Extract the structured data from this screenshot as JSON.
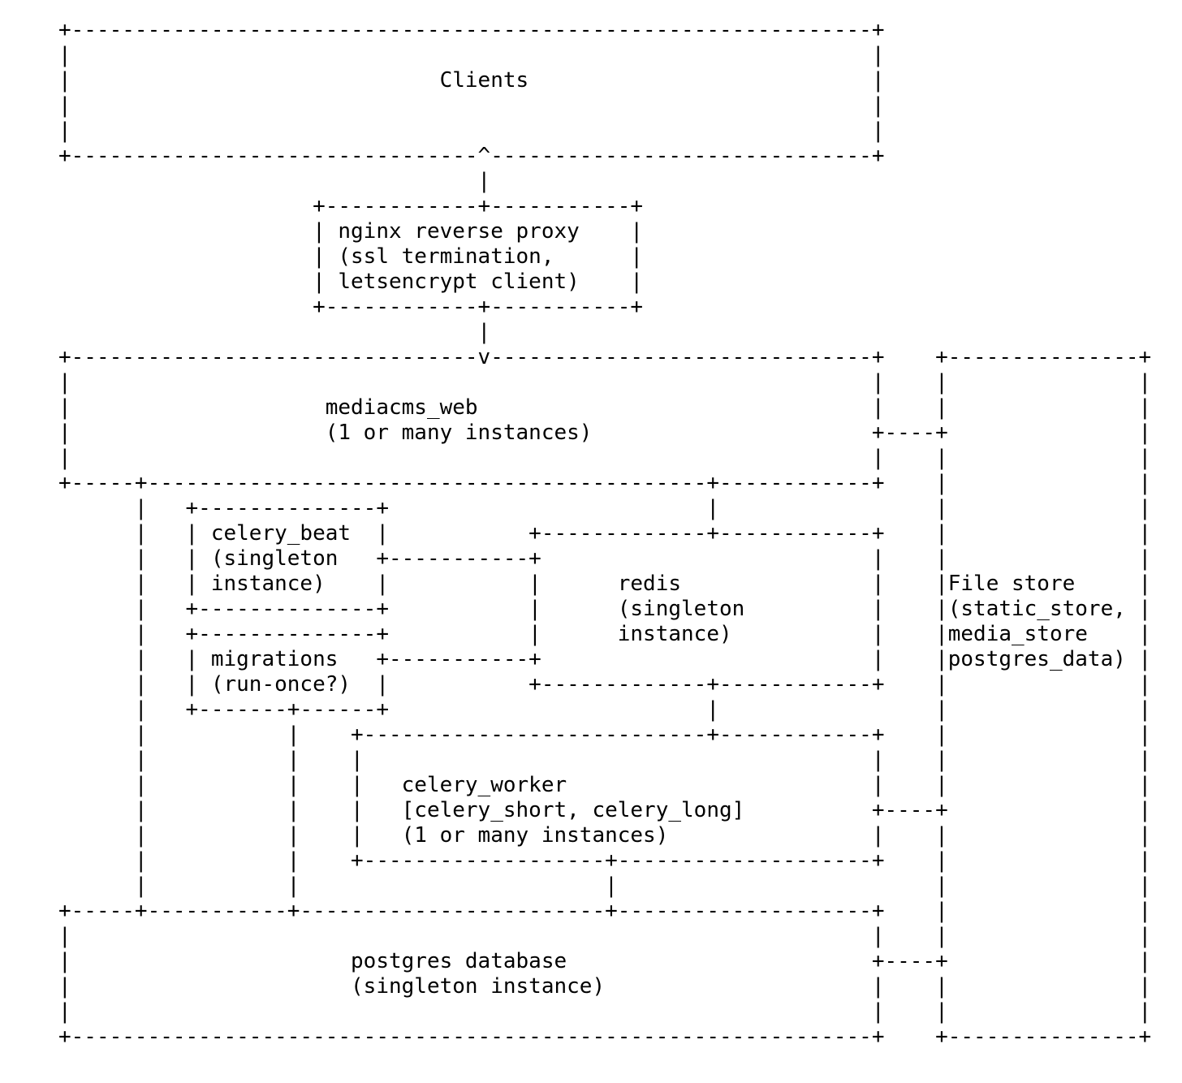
{
  "diagram": {
    "colors": {
      "background": "#ffffff",
      "text": "#000000"
    },
    "nodes": [
      {
        "name": "Clients"
      },
      {
        "name": "nginx reverse proxy",
        "detail": "(ssl termination, letsencrypt client)"
      },
      {
        "name": "mediacms_web",
        "detail": "(1 or many instances)"
      },
      {
        "name": "celery_beat",
        "detail": "(singleton instance)"
      },
      {
        "name": "migrations",
        "detail": "(run-once?)"
      },
      {
        "name": "redis",
        "detail": "(singleton instance)"
      },
      {
        "name": "celery_worker",
        "detail": "[celery_short, celery_long] (1 or many instances)"
      },
      {
        "name": "postgres database",
        "detail": "(singleton instance)"
      },
      {
        "name": "File store",
        "detail": "(static_store, media_store postgres_data)"
      }
    ],
    "ascii_lines": [
      "+---------------------------------------------------------------+",
      "|                                                               |",
      "|                             Clients                           |",
      "|                                                               |",
      "|                                                               |",
      "+--------------------------------^------------------------------+",
      "                                 |",
      "                    +------------+-----------+",
      "                    | nginx reverse proxy    |",
      "                    | (ssl termination,      |",
      "                    | letsencrypt client)    |",
      "                    +------------+-----------+",
      "                                 |",
      "+--------------------------------v------------------------------+    +---------------+",
      "|                                                               |    |               |",
      "|                    mediacms_web                               |    |               |",
      "|                    (1 or many instances)                      +----+               |",
      "|                                                               |    |               |",
      "+-----+--------------------------------------------+------------+    |               |",
      "      |   +--------------+                         |                 |               |",
      "      |   | celery_beat  |           +-------------+------------+    |               |",
      "      |   | (singleton   +-----------+                          |    |               |",
      "      |   | instance)    |           |      redis               |    |File store     |",
      "      |   +--------------+           |      (singleton          |    |(static_store, |",
      "      |   +--------------+           |      instance)           |    |media_store    |",
      "      |   | migrations   +-----------+                          |    |postgres_data) |",
      "      |   | (run-once?)  |           +-------------+------------+    |               |",
      "      |   +-------+------+                         |                 |               |",
      "      |           |    +---------------------------+------------+    |               |",
      "      |           |    |                                        |    |               |",
      "      |           |    |   celery_worker                        |    |               |",
      "      |           |    |   [celery_short, celery_long]          +----+               |",
      "      |           |    |   (1 or many instances)                |    |               |",
      "      |           |    +-------------------+--------------------+    |               |",
      "      |           |                        |                         |               |",
      "+-----+-----------+------------------------+--------------------+    |               |",
      "|                                                               |    |               |",
      "|                      postgres database                        +----+               |",
      "|                      (singleton instance)                     |    |               |",
      "|                                                               |    |               |",
      "+---------------------------------------------------------------+    +---------------+"
    ]
  }
}
